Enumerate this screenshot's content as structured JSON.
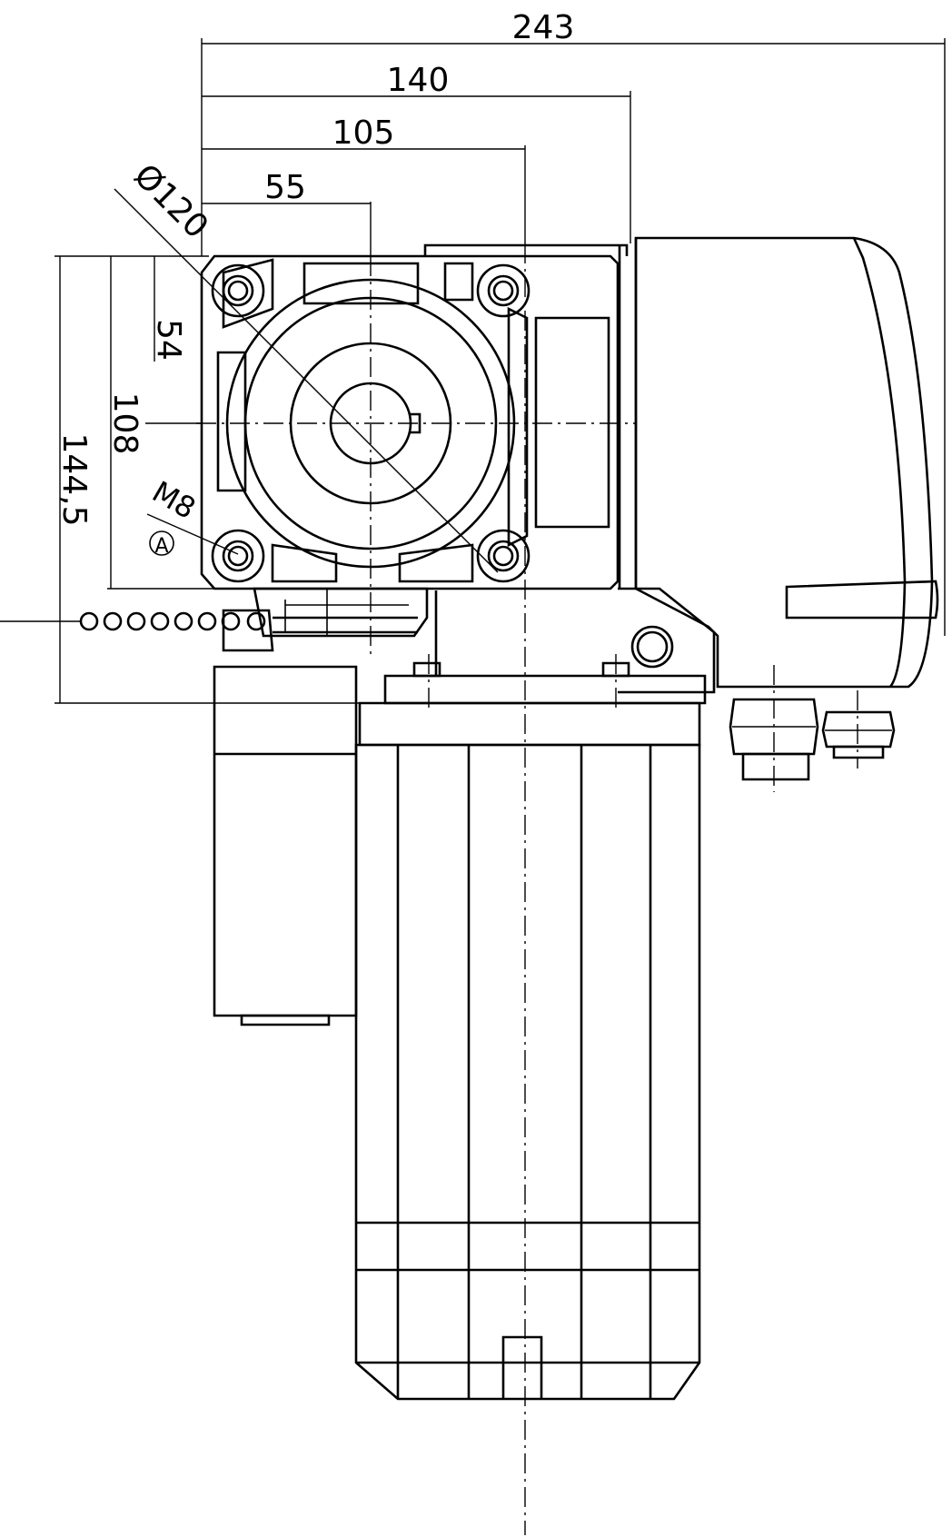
{
  "dimensions": {
    "overall_width": "243",
    "width_140": "140",
    "width_105": "105",
    "width_55": "55",
    "bolt_circle_diameter": "Ø120",
    "height_54": "54",
    "height_108": "108",
    "height_144_5": "144,5",
    "thread_size": "M8",
    "detail_mark": "A"
  },
  "colors": {
    "ink": "#000000",
    "paper": "#ffffff"
  }
}
